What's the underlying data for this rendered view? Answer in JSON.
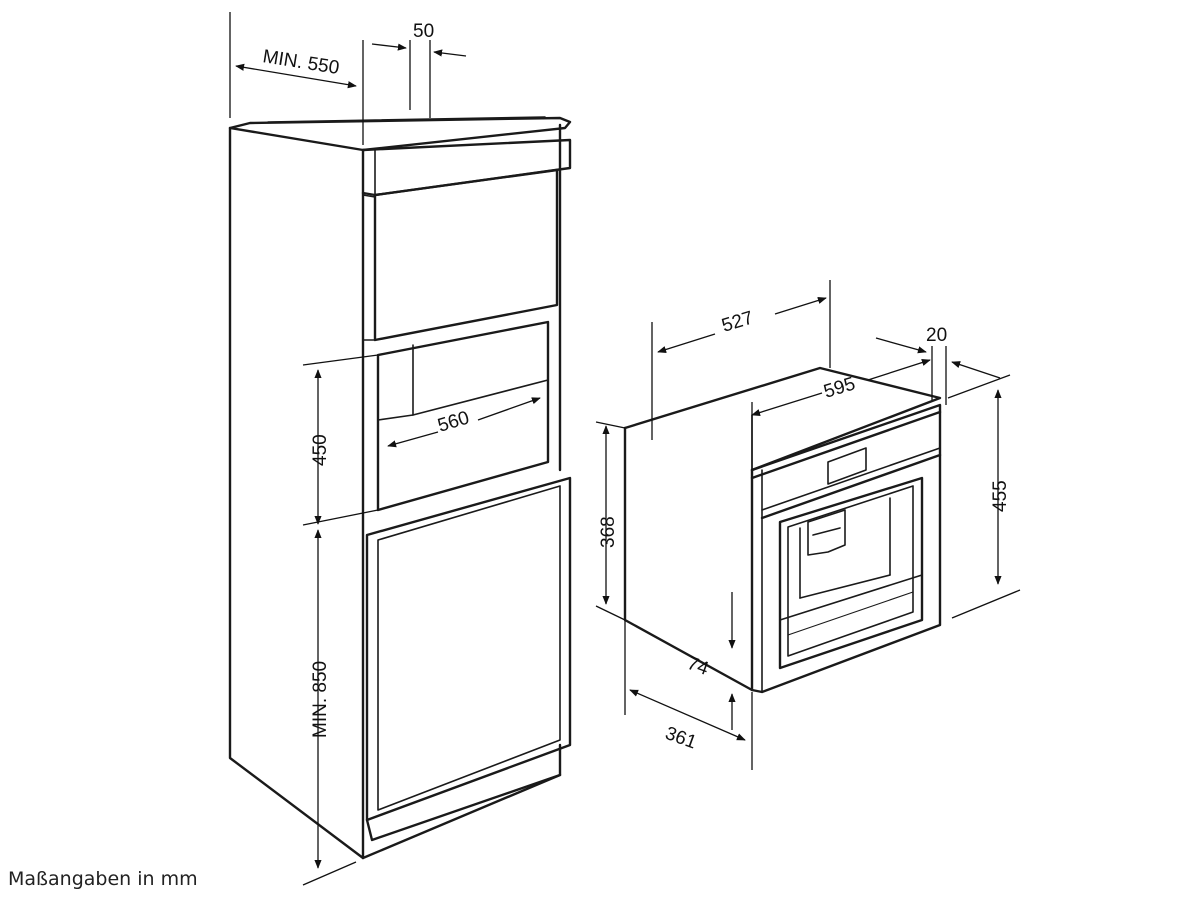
{
  "caption": "Maßangaben in mm",
  "cabinet_labels": {
    "depth_min": "MIN. 550",
    "ventilation_gap": "50",
    "niche_width": "560",
    "niche_height": "450",
    "floor_height_min": "MIN. 850"
  },
  "appliance_labels": {
    "body_depth": "527",
    "total_width": "595",
    "front_depth": "20",
    "total_height": "455",
    "body_height": "368",
    "front_offset": "74",
    "body_width": "361"
  }
}
